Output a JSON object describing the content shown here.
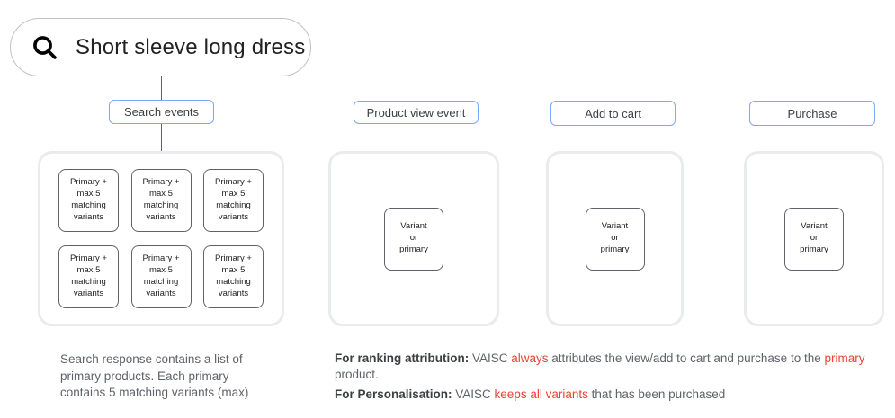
{
  "search": {
    "query": "Short sleeve long dress"
  },
  "events": [
    {
      "label": "Search events"
    },
    {
      "label": "Product view event"
    },
    {
      "label": "Add to cart"
    },
    {
      "label": "Purchase"
    }
  ],
  "search_events": {
    "box_count": 6,
    "box_label": "Primary +\nmax 5\nmatching\nvariants"
  },
  "funnel_box": {
    "label": "Variant\nor\nprimary"
  },
  "notes": {
    "search_note": "Search response contains a list of\nprimary products. Each primary\ncontains 5 matching variants (max)",
    "ranking": {
      "segments": [
        {
          "text": "For ranking attribution:",
          "style": "bold"
        },
        {
          "text": " VAISC ",
          "style": "normal"
        },
        {
          "text": "always",
          "style": "red"
        },
        {
          "text": " attributes the view/add to cart and purchase to the ",
          "style": "normal"
        },
        {
          "text": "primary",
          "style": "red"
        },
        {
          "text": " product.",
          "style": "normal"
        }
      ]
    },
    "personalisation": {
      "segments": [
        {
          "text": "For Personalisation:",
          "style": "bold"
        },
        {
          "text": " VAISC ",
          "style": "normal"
        },
        {
          "text": "keeps all variants",
          "style": "red"
        },
        {
          "text": " that has been purchased",
          "style": "normal"
        }
      ]
    }
  },
  "colors": {
    "accent_blue": "#7baaf7",
    "alert_red": "#ea4335",
    "text_dark": "#202124",
    "text_gray": "#5f6368",
    "panel_border": "#e9ebee"
  }
}
